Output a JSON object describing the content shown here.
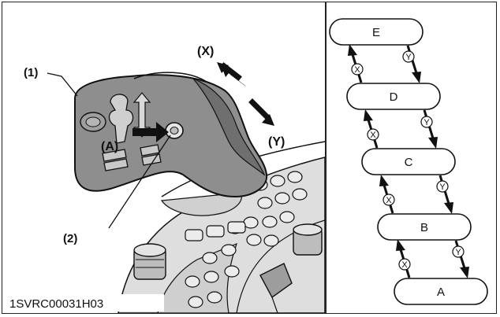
{
  "illustration": {
    "callouts": {
      "lever": "(1)",
      "button": "(2)",
      "press_direction": "(A)",
      "dir_x": "(X)",
      "dir_y": "(Y)"
    },
    "figure_code": "1SVRC00031H03"
  },
  "shift_diagram": {
    "states": [
      "E",
      "D",
      "C",
      "B",
      "A"
    ],
    "up_marker": "X",
    "down_marker": "Y"
  },
  "colors": {
    "line": "#111111",
    "lever_fill": "#8e8e8e",
    "lever_dark": "#5c5c5c",
    "panel_fill": "#d9d9d9",
    "panel_dark": "#bdbdbd"
  }
}
